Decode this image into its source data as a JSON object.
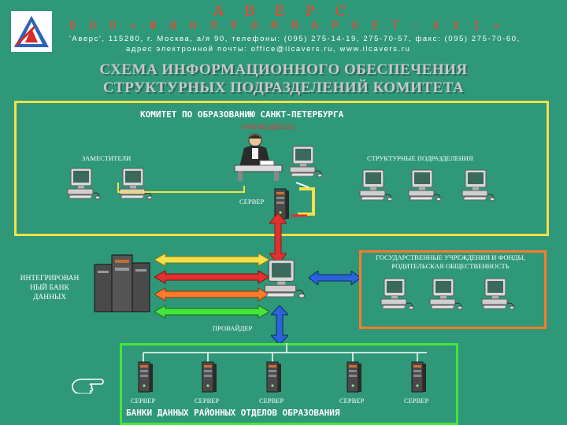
{
  "company": {
    "brand": "А В Е Р С",
    "name_line": "О О О   « Ф И Н П Р О М М А Р К Е Т - Х Х I »",
    "address_line1": "'Аверс', 115280, г. Москва, а/я 90, телефоны: (095) 275-14-19, 275-70-57, факс: (095) 275-70-60,",
    "address_line2": "адрес электронной почты: office@ilcavers.ru, www.ilcavers.ru",
    "logo_mark": "®"
  },
  "headline": {
    "line1": "СХЕМА ИНФОРМАЦИОННОГО ОБЕСПЕЧЕНИЯ",
    "line2": "СТРУКТУРНЫХ ПОДРАЗДЕЛЕНИЙ КОМИТЕТА"
  },
  "committee": {
    "title": "КОМИТЕТ ПО ОБРАЗОВАНИЮ САНКТ-ПЕТЕРБУРГА",
    "leader": "РУКОВОДИТЕЛЬ",
    "deputies": "ЗАМЕСТИТЕЛИ",
    "departments": "СТРУКТУРНЫЕ ПОДРАЗДЕЛЕНИЯ",
    "server": "СЕРВЕР"
  },
  "integrated_bank": {
    "label": "ИНТЕГРИРОВАН НЫЙ БАНК ДАННЫХ"
  },
  "state_institutions": {
    "label": "ГОСУДАРСТВЕННЫЕ УЧРЕЖДЕНИЯ И ФОНДЫ, РОДИТЕЛЬСКАЯ ОБЩЕСТВЕННОСТЬ"
  },
  "provider": {
    "label": "ПРОВАЙДЕР"
  },
  "district_banks": {
    "title": "БАНКИ ДАННЫХ РАЙОННЫХ ОТДЕЛОВ ОБРАЗОВАНИЯ",
    "server_labels": [
      "СЕРВЕР",
      "СЕРВЕР",
      "СЕРВЕР",
      "СЕРВЕР",
      "СЕРВЕР"
    ]
  },
  "colors": {
    "background": "#2f9878",
    "committee_border": "#f4e04a",
    "state_border": "#ff7a2a",
    "district_border": "#44e63c",
    "title_red": "#ff3b2a"
  },
  "icons": [
    "logo-triangle-icon",
    "computer-icon",
    "server-tower-icon",
    "person-at-desk-icon",
    "pointing-hand-icon",
    "arrow-icon"
  ]
}
